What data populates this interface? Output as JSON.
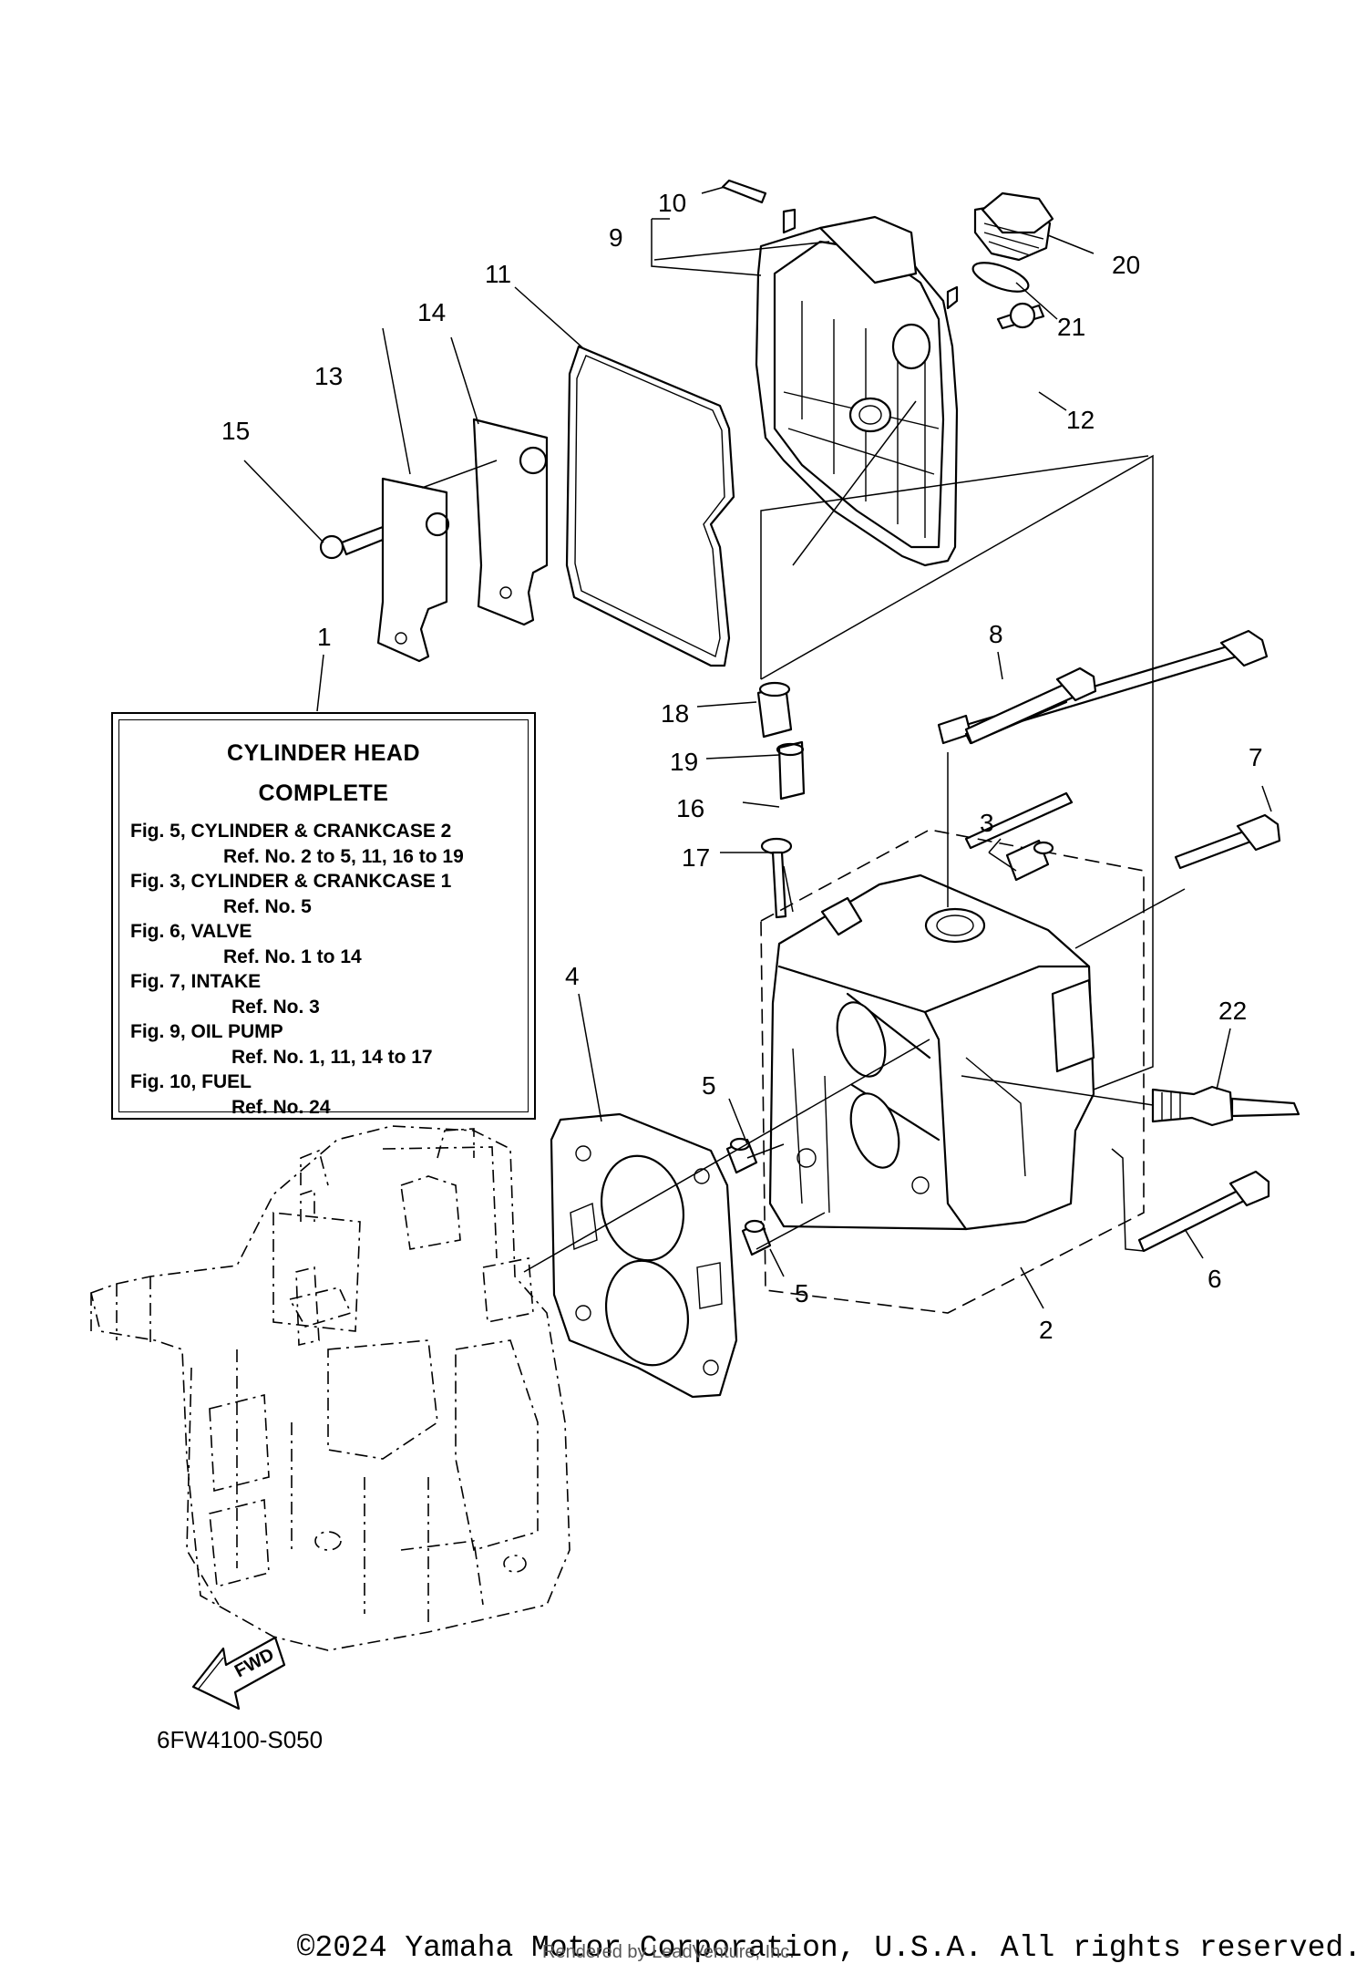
{
  "callouts": [
    {
      "id": "1",
      "label": "1"
    },
    {
      "id": "2",
      "label": "2"
    },
    {
      "id": "3",
      "label": "3"
    },
    {
      "id": "4",
      "label": "4"
    },
    {
      "id": "5a",
      "label": "5"
    },
    {
      "id": "5b",
      "label": "5"
    },
    {
      "id": "6",
      "label": "6"
    },
    {
      "id": "7",
      "label": "7"
    },
    {
      "id": "8",
      "label": "8"
    },
    {
      "id": "9",
      "label": "9"
    },
    {
      "id": "10",
      "label": "10"
    },
    {
      "id": "11",
      "label": "11"
    },
    {
      "id": "12",
      "label": "12"
    },
    {
      "id": "13",
      "label": "13"
    },
    {
      "id": "14",
      "label": "14"
    },
    {
      "id": "15",
      "label": "15"
    },
    {
      "id": "16",
      "label": "16"
    },
    {
      "id": "17",
      "label": "17"
    },
    {
      "id": "18",
      "label": "18"
    },
    {
      "id": "19",
      "label": "19"
    },
    {
      "id": "20",
      "label": "20"
    },
    {
      "id": "21",
      "label": "21"
    },
    {
      "id": "22",
      "label": "22"
    }
  ],
  "reference_box": {
    "title_line1": "CYLINDER HEAD",
    "title_line2": "COMPLETE",
    "entries": [
      {
        "fig": "Fig. 5, CYLINDER & CRANKCASE 2",
        "ref": "Ref. No. 2 to 5, 11, 16 to 19"
      },
      {
        "fig": "Fig. 3, CYLINDER & CRANKCASE 1",
        "ref": "Ref. No. 5"
      },
      {
        "fig": "Fig. 6, VALVE",
        "ref": "Ref. No. 1 to 14"
      },
      {
        "fig": "Fig. 7, INTAKE",
        "ref": "Ref. No. 3"
      },
      {
        "fig": "Fig. 9, OIL PUMP",
        "ref": "Ref. No. 1, 11, 14 to 17"
      },
      {
        "fig": "Fig. 10, FUEL",
        "ref": "Ref. No. 24"
      }
    ]
  },
  "fwd_label": "FWD",
  "diagram_code": "6FW4100-S050",
  "copyright": "©2024 Yamaha Motor Corporation, U.S.A. All rights reserved.",
  "rendered_by": "Rendered by LeadVenture, Inc."
}
